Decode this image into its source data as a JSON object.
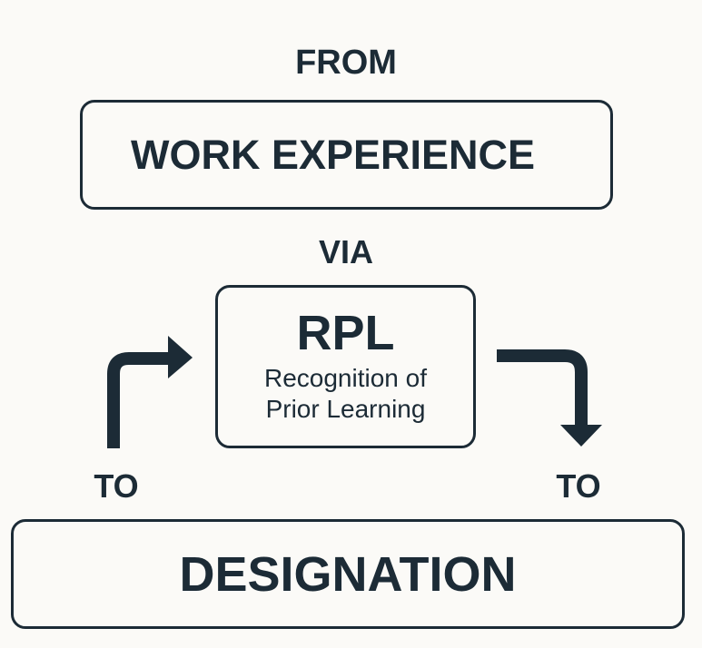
{
  "labels": {
    "from": "FROM",
    "via": "VIA",
    "to_left": "TO",
    "to_right": "TO"
  },
  "boxes": {
    "source": "WORK EXPERIENCE",
    "method": {
      "acronym": "RPL",
      "line1": "Recognition of",
      "line2": "Prior Learning"
    },
    "target": "DESIGNATION"
  },
  "colors": {
    "ink": "#1c2b36",
    "background": "#fbfaf7"
  }
}
